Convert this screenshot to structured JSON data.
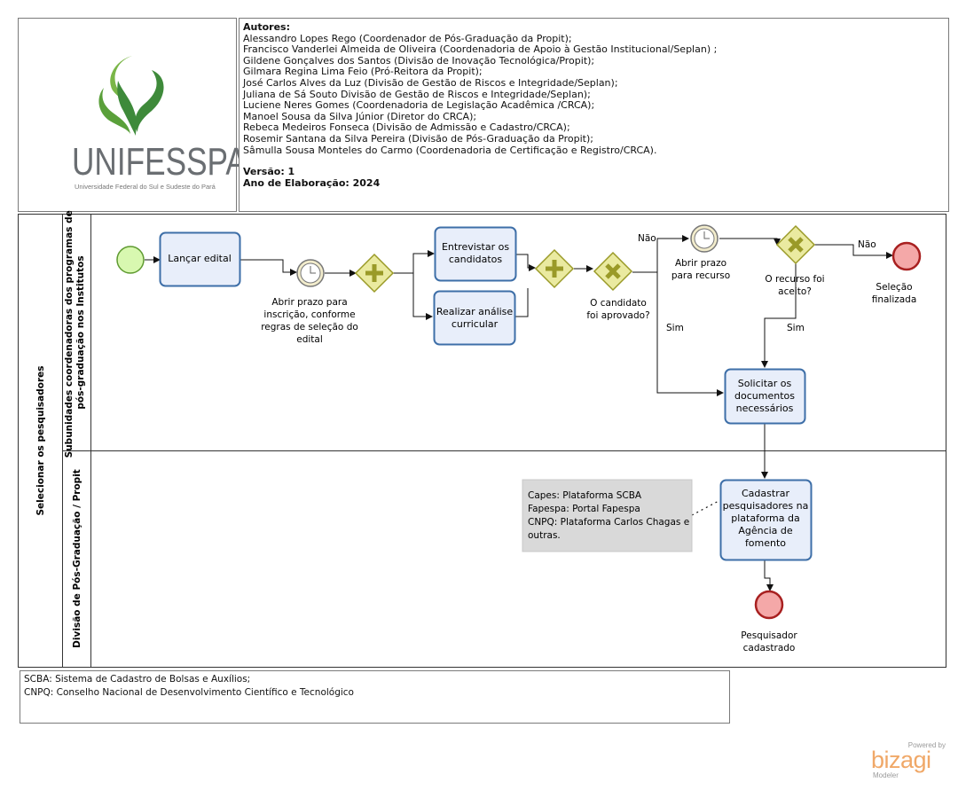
{
  "header": {
    "authors_label": "Autores:",
    "authors": [
      "Alessandro Lopes Rego (Coordenador de Pós-Graduação da Propit);",
      "Francisco Vanderlei Almeida de Oliveira (Coordenadoria de Apoio à Gestão Institucional/Seplan) ;",
      "Gildene Gonçalves dos Santos (Divisão de Inovação Tecnológica/Propit);",
      "Gilmara Regina Lima Feio (Pró-Reitora da Propit);",
      "José Carlos Alves da Luz (Divisão de Gestão de Riscos e Integridade/Seplan);",
      "Juliana de Sá Souto Divisão de Gestão de Riscos e Integridade/Seplan);",
      "Luciene Neres Gomes (Coordenadoria de Legislação Acadêmica /CRCA);",
      "Manoel Sousa da Silva Júnior (Diretor do CRCA);",
      "Rebeca Medeiros Fonseca (Divisão de Admissão e Cadastro/CRCA);",
      "Rosemir Santana da Silva Pereira (Divisão de Pós-Graduação da Propit);",
      "Sâmulla Sousa Monteles do Carmo (Coordenadoria de Certificação e Registro/CRCA)."
    ],
    "version": "Versão: 1",
    "year": "Ano de Elaboração: 2024"
  },
  "logo": {
    "name": "UNIFESSPA",
    "subtitle": "Universidade Federal do Sul e Sudeste do Pará",
    "green": "#7ab648",
    "dark_green": "#3e8a3a"
  },
  "pool": {
    "name": "Selecionar os pesquisadores",
    "lanes": [
      {
        "line1": "Subunidades coordenadoras dos programas de",
        "line2": "pós-graduação nos Institutos"
      },
      {
        "line1": "Divisão de Pós-Graduação / Propit",
        "line2": ""
      }
    ]
  },
  "tasks": {
    "lancar_edital": "Lançar edital",
    "entrevistar": [
      "Entrevistar os",
      "candidatos"
    ],
    "analise": [
      "Realizar análise",
      "curricular"
    ],
    "solicitar": [
      "Solicitar os",
      "documentos",
      "necessários"
    ],
    "cadastrar": [
      "Cadastrar",
      "pesquisadores na",
      "plataforma da",
      "Agência de",
      "fomento"
    ]
  },
  "events": {
    "timer1_label": [
      "Abrir prazo para",
      "inscrição, conforme",
      "regras de seleção do",
      "edital"
    ],
    "timer2_label": [
      "Abrir prazo",
      "para recurso"
    ],
    "end1_label": [
      "Seleção",
      "finalizada"
    ],
    "end2_label": [
      "Pesquisador",
      "cadastrado"
    ]
  },
  "gateways": {
    "aprovado": [
      "O candidato",
      "foi aprovado?"
    ],
    "recurso": [
      "O recurso foi",
      "aceito?"
    ]
  },
  "flow_labels": {
    "nao1": "Não",
    "sim1": "Sim",
    "nao2": "Não",
    "sim2": "Sim"
  },
  "annotation": [
    "Capes: Plataforma SCBA",
    "Fapespa: Portal Fapespa",
    "CNPQ: Plataforma Carlos Chagas e",
    "outras."
  ],
  "notes": [
    "SCBA: Sistema de Cadastro de Bolsas e Auxílios;",
    "CNPQ: Conselho Nacional de Desenvolvimento Científico e Tecnológico"
  ],
  "branding": {
    "powered": "Powered by",
    "name": "bizagi",
    "product": "Modeler",
    "color": "#f0a868"
  },
  "colors": {
    "task_fill": "#e8eefa",
    "task_stroke": "#3e6fa8",
    "gateway_fill": "#eaeaa0",
    "gateway_stroke": "#9a9a28",
    "start_fill": "#d8f8b0",
    "start_stroke": "#5e9a30",
    "end_fill": "#f4a8a8",
    "end_stroke": "#a82020",
    "timer_fill": "#f2eccc"
  }
}
